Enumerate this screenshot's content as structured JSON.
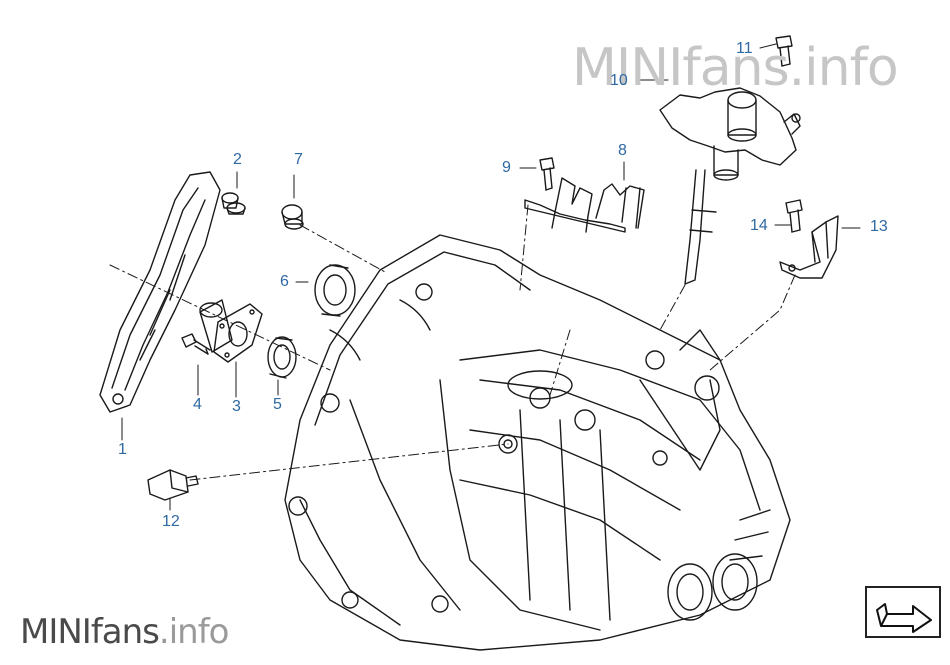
{
  "watermark": {
    "brand": "MINIfans",
    "suffix": ".info"
  },
  "callouts": [
    {
      "id": "1",
      "label": "1"
    },
    {
      "id": "2",
      "label": "2"
    },
    {
      "id": "3",
      "label": "3"
    },
    {
      "id": "4",
      "label": "4"
    },
    {
      "id": "5",
      "label": "5"
    },
    {
      "id": "6",
      "label": "6"
    },
    {
      "id": "7",
      "label": "7"
    },
    {
      "id": "8",
      "label": "8"
    },
    {
      "id": "9",
      "label": "9"
    },
    {
      "id": "10",
      "label": "10"
    },
    {
      "id": "11",
      "label": "11"
    },
    {
      "id": "12",
      "label": "12"
    },
    {
      "id": "13",
      "label": "13"
    },
    {
      "id": "14",
      "label": "14"
    }
  ],
  "colors": {
    "callout": "#2f6aa3",
    "line_art": "#1a1a1a",
    "watermark_top": "#c6c6c6",
    "watermark_bottom": "#4a4a4a"
  },
  "navigation": {
    "icon": "arrow-return-icon"
  }
}
